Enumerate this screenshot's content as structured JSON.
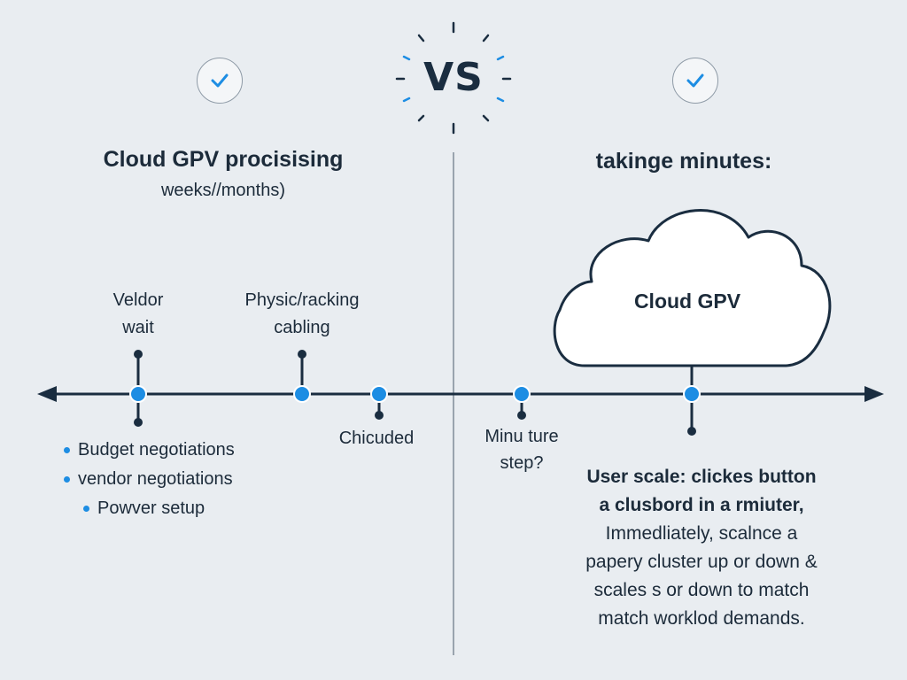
{
  "vs": {
    "label": "VS"
  },
  "left": {
    "title": "Cloud GPV procisising",
    "subtitle": "weeks//months)",
    "milestones": [
      {
        "line1": "Veldor",
        "line2": "wait"
      },
      {
        "line1": "Physic/racking",
        "line2": "cabling"
      },
      {
        "line1": "Chicuded"
      }
    ],
    "bullets": [
      "Budget negotiations",
      "vendor negotiations",
      "Powver setup"
    ]
  },
  "right": {
    "title": "takinge minutes:",
    "milestone": {
      "line1": "Minu ture",
      "line2": "step?"
    },
    "cloud_label": "Cloud GPV",
    "description": [
      "User scale: clickes button",
      "a clusbord in a rmiuter,",
      "Immedliately, scalnce a",
      "papery cluster up or down &",
      "scales s or down to match",
      "match worklod demands."
    ]
  },
  "colors": {
    "accent": "#1d8de3",
    "line": "#1a2d40",
    "background": "#e9edf1",
    "divider": "#9aa4ae"
  }
}
